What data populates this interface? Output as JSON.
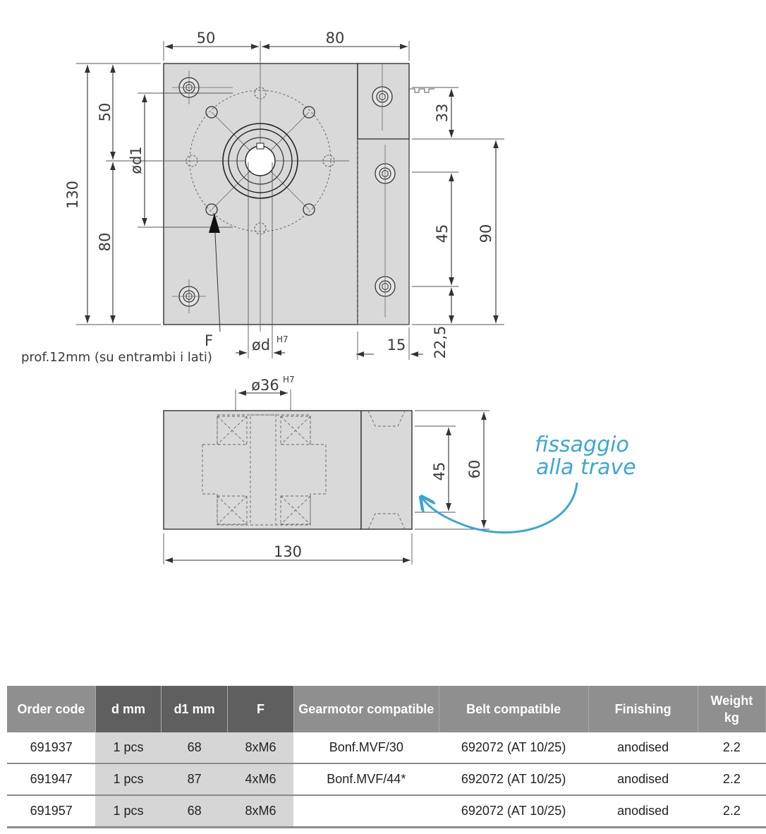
{
  "drawing": {
    "top_dims": [
      "50",
      "80"
    ],
    "left_dims": {
      "overall": "130",
      "upper": "50",
      "lower": "80"
    },
    "d1_label": "ød1",
    "right_dims": {
      "d33": "33",
      "d45": "45",
      "d90": "90",
      "d22_5": "22,5",
      "d15": "15"
    },
    "f_label": "F",
    "depth_note": "prof.12mm (su entrambi i lati)",
    "d_label": "ød",
    "d_tol": "H7",
    "bore_label": "ø36",
    "bore_tol": "H7",
    "side_dims": {
      "d45": "45",
      "d60": "60",
      "d130": "130"
    },
    "handwritten_line1": "fissaggio",
    "handwritten_line2": "alla trave",
    "accent_color": "#3aa6d6"
  },
  "table": {
    "headers": [
      "Order code",
      "d mm",
      "d1 mm",
      "F",
      "Gearmotor compatible",
      "Belt compatible",
      "Finishing",
      "Weight kg"
    ],
    "rows": [
      [
        "691937",
        "1 pcs",
        "68",
        "8xM6",
        "Bonf.MVF/30",
        "692072 (AT 10/25)",
        "anodised",
        "2.2"
      ],
      [
        "691947",
        "1 pcs",
        "87",
        "4xM6",
        "Bonf.MVF/44*",
        "692072 (AT 10/25)",
        "anodised",
        "2.2"
      ],
      [
        "691957",
        "1 pcs",
        "68",
        "8xM6",
        "",
        "692072 (AT 10/25)",
        "anodised",
        "2.2"
      ]
    ]
  }
}
